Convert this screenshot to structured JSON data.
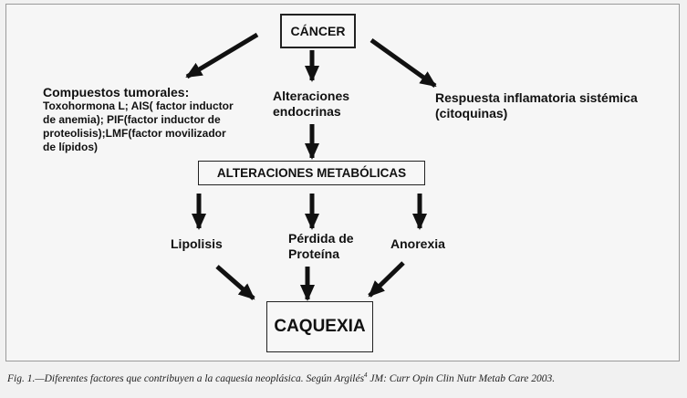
{
  "nodes": {
    "cancer": "CÁNCER",
    "compuestos_title": "Compuestos tumorales:",
    "compuestos_lines": [
      "Toxohormona L; AIS( factor inductor",
      "de anemia); PIF(factor inductor de",
      "proteolisis);LMF(factor movilizador",
      "de lípidos)"
    ],
    "alteraciones_endocrinas_lines": [
      "Alteraciones",
      "endocrinas"
    ],
    "respuesta_lines": [
      "Respuesta inflamatoria sistémica",
      "(citoquinas)"
    ],
    "alteraciones_metabolicas": "ALTERACIONES METABÓLICAS",
    "lipolisis": "Lipolisis",
    "perdida_lines": [
      "Pérdida de",
      "Proteína"
    ],
    "anorexia": "Anorexia",
    "caquexia": "CAQUEXIA"
  },
  "caption": {
    "prefix": "Fig. 1.—Diferentes factores que contribuyen a la caquesia neoplásica. Según Argilés",
    "superscript": "4",
    "suffix": " JM: Curr Opin Clin Nutr Metab Care 2003."
  }
}
